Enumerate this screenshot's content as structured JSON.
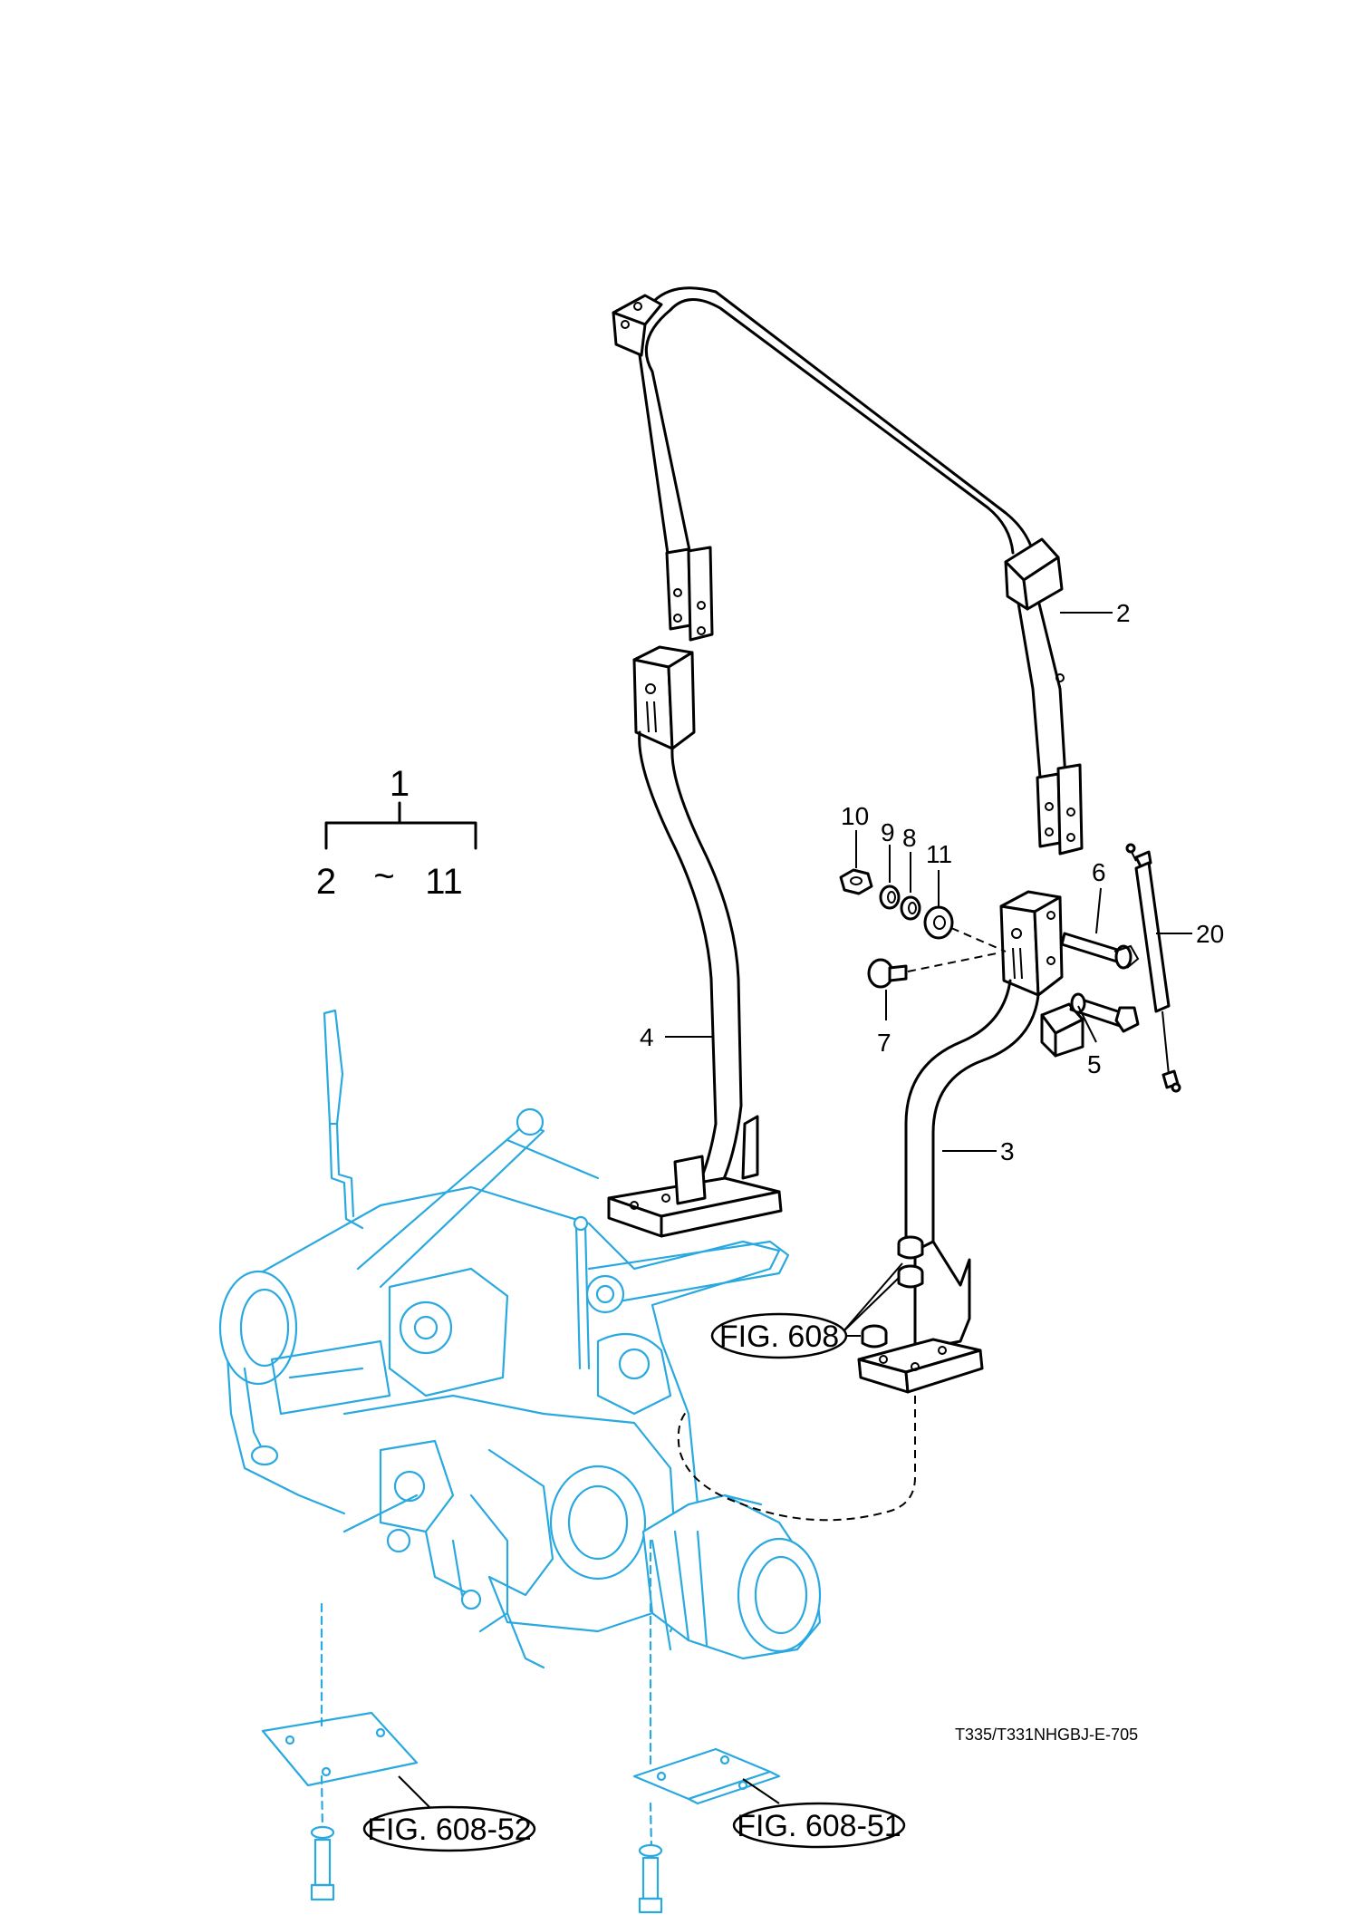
{
  "colors": {
    "line": "#000000",
    "context": "#29a9df",
    "background": "#ffffff"
  },
  "assembly": {
    "number": "1",
    "range_start": "2",
    "range_sep": "~",
    "range_end": "11"
  },
  "callouts": [
    {
      "id": "2",
      "label": "2"
    },
    {
      "id": "3",
      "label": "3"
    },
    {
      "id": "4",
      "label": "4"
    },
    {
      "id": "5",
      "label": "5"
    },
    {
      "id": "6",
      "label": "6"
    },
    {
      "id": "7",
      "label": "7"
    },
    {
      "id": "8",
      "label": "8"
    },
    {
      "id": "9",
      "label": "9"
    },
    {
      "id": "10",
      "label": "10"
    },
    {
      "id": "11",
      "label": "11"
    },
    {
      "id": "20",
      "label": "20"
    }
  ],
  "figure_refs": [
    {
      "id": "fig-608",
      "label": "FIG. 608"
    },
    {
      "id": "fig-608-52",
      "label": "FIG. 608-52"
    },
    {
      "id": "fig-608-51",
      "label": "FIG. 608-51"
    }
  ],
  "drawing_code": "T335/T331NHGBJ-E-705"
}
